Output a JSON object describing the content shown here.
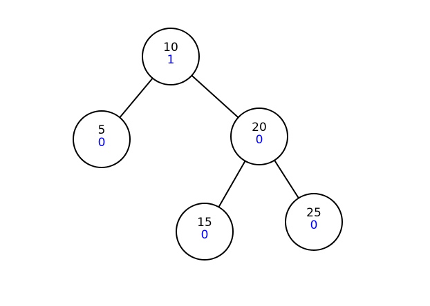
{
  "diagram": {
    "type": "binary-search-tree",
    "colors": {
      "background": "#ffffff",
      "node_fill": "#ffffff",
      "node_stroke": "#000000",
      "value_color": "#000000",
      "count_color": "#0000ff"
    },
    "nodes": [
      {
        "value": "10",
        "count": "1"
      },
      {
        "value": "5",
        "count": "0"
      },
      {
        "value": "20",
        "count": "0"
      },
      {
        "value": "15",
        "count": "0"
      },
      {
        "value": "25",
        "count": "0"
      }
    ],
    "edges": [
      {
        "from": "10",
        "to": "5"
      },
      {
        "from": "10",
        "to": "20"
      },
      {
        "from": "20",
        "to": "15"
      },
      {
        "from": "20",
        "to": "25"
      }
    ]
  }
}
